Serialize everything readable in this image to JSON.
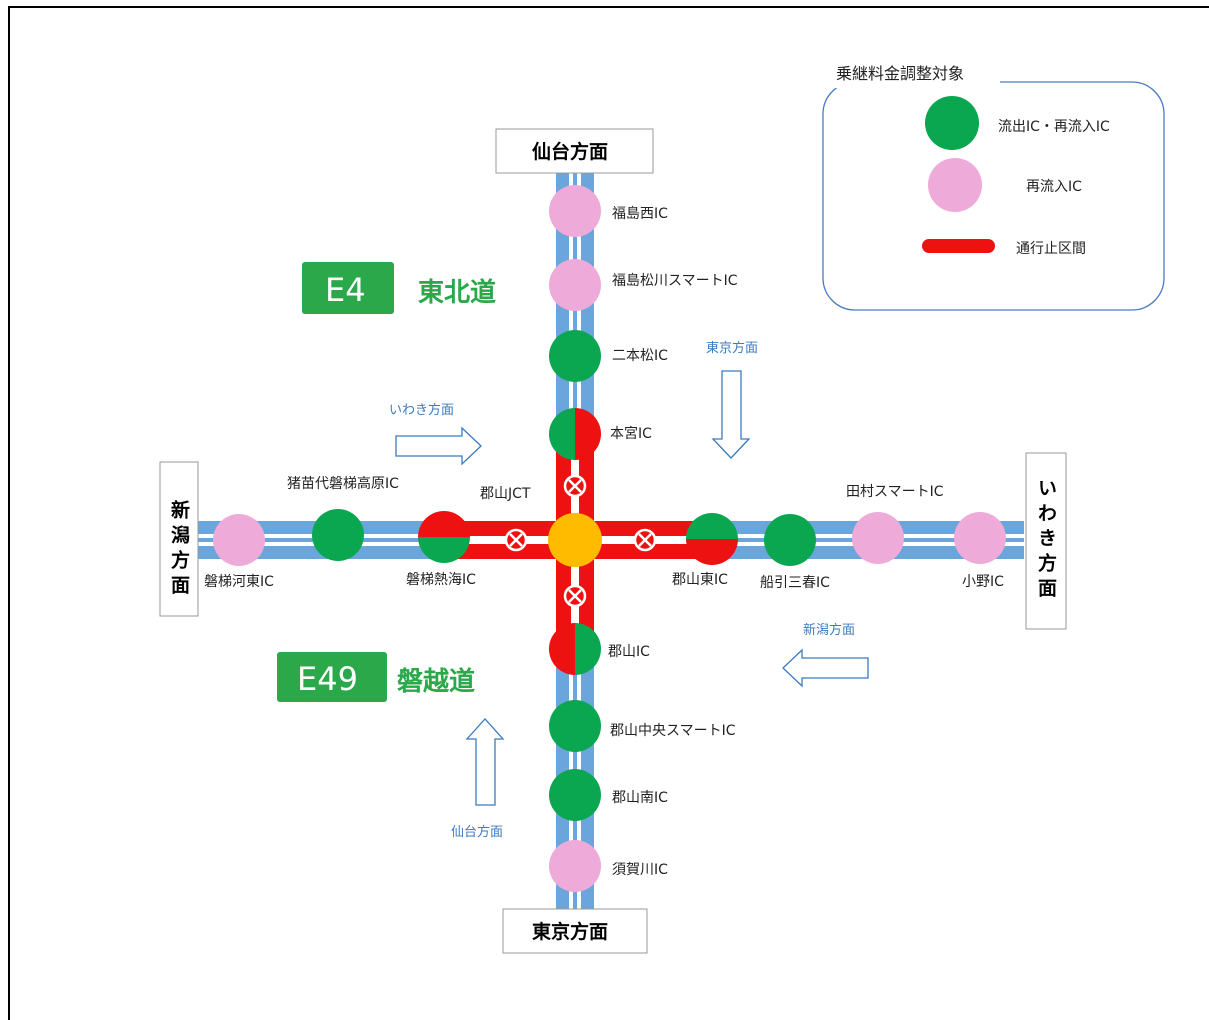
{
  "colors": {
    "road_blue": "#6aa6dc",
    "closed_red": "#ee1111",
    "green": "#0aa650",
    "pink": "#eeaad8",
    "jct_orange": "#ffbb00",
    "route_badge_green": "#2aa84a"
  },
  "legend": {
    "title": "乗継料金調整対象",
    "items": [
      {
        "label": "流出IC・再流入IC",
        "symbol": "green-circle"
      },
      {
        "label": "再流入IC",
        "symbol": "pink-circle"
      },
      {
        "label": "通行止区間",
        "symbol": "red-bar"
      }
    ]
  },
  "routes": [
    {
      "number": "E4",
      "name": "東北道"
    },
    {
      "number": "E49",
      "name": "磐越道"
    }
  ],
  "direction_boxes": {
    "north": "仙台方面",
    "south": "東京方面",
    "west": "新潟方面",
    "east": "いわき方面"
  },
  "direction_arrows": [
    {
      "label": "いわき方面",
      "arrow": "right-arrow"
    },
    {
      "label": "東京方面",
      "arrow": "down-arrow"
    },
    {
      "label": "新潟方面",
      "arrow": "left-arrow"
    },
    {
      "label": "仙台方面",
      "arrow": "up-arrow"
    }
  ],
  "junction": {
    "label": "郡山JCT"
  },
  "interchanges": {
    "fukushima_nishi": {
      "label": "福島西IC",
      "type": "pink"
    },
    "fukushima_matsukawa": {
      "label": "福島松川スマートIC",
      "type": "pink"
    },
    "nihonmatsu": {
      "label": "二本松IC",
      "type": "green"
    },
    "motomiya": {
      "label": "本宮IC",
      "type": "half-green-red"
    },
    "koriyama": {
      "label": "郡山IC",
      "type": "half-red-green"
    },
    "koriyama_chuo": {
      "label": "郡山中央スマートIC",
      "type": "green"
    },
    "koriyama_minami": {
      "label": "郡山南IC",
      "type": "green"
    },
    "sukagawa": {
      "label": "須賀川IC",
      "type": "pink"
    },
    "bandai_kawahigashi": {
      "label": "磐梯河東IC",
      "type": "pink"
    },
    "inawashiro": {
      "label": "猪苗代磐梯高原IC",
      "type": "green"
    },
    "bandai_atami": {
      "label": "磐梯熱海IC",
      "type": "half-red-green"
    },
    "koriyama_higashi": {
      "label": "郡山東IC",
      "type": "half-green-red"
    },
    "funehiki": {
      "label": "船引三春IC",
      "type": "green"
    },
    "tamura": {
      "label": "田村スマートIC",
      "type": "pink"
    },
    "ono": {
      "label": "小野IC",
      "type": "pink"
    }
  }
}
